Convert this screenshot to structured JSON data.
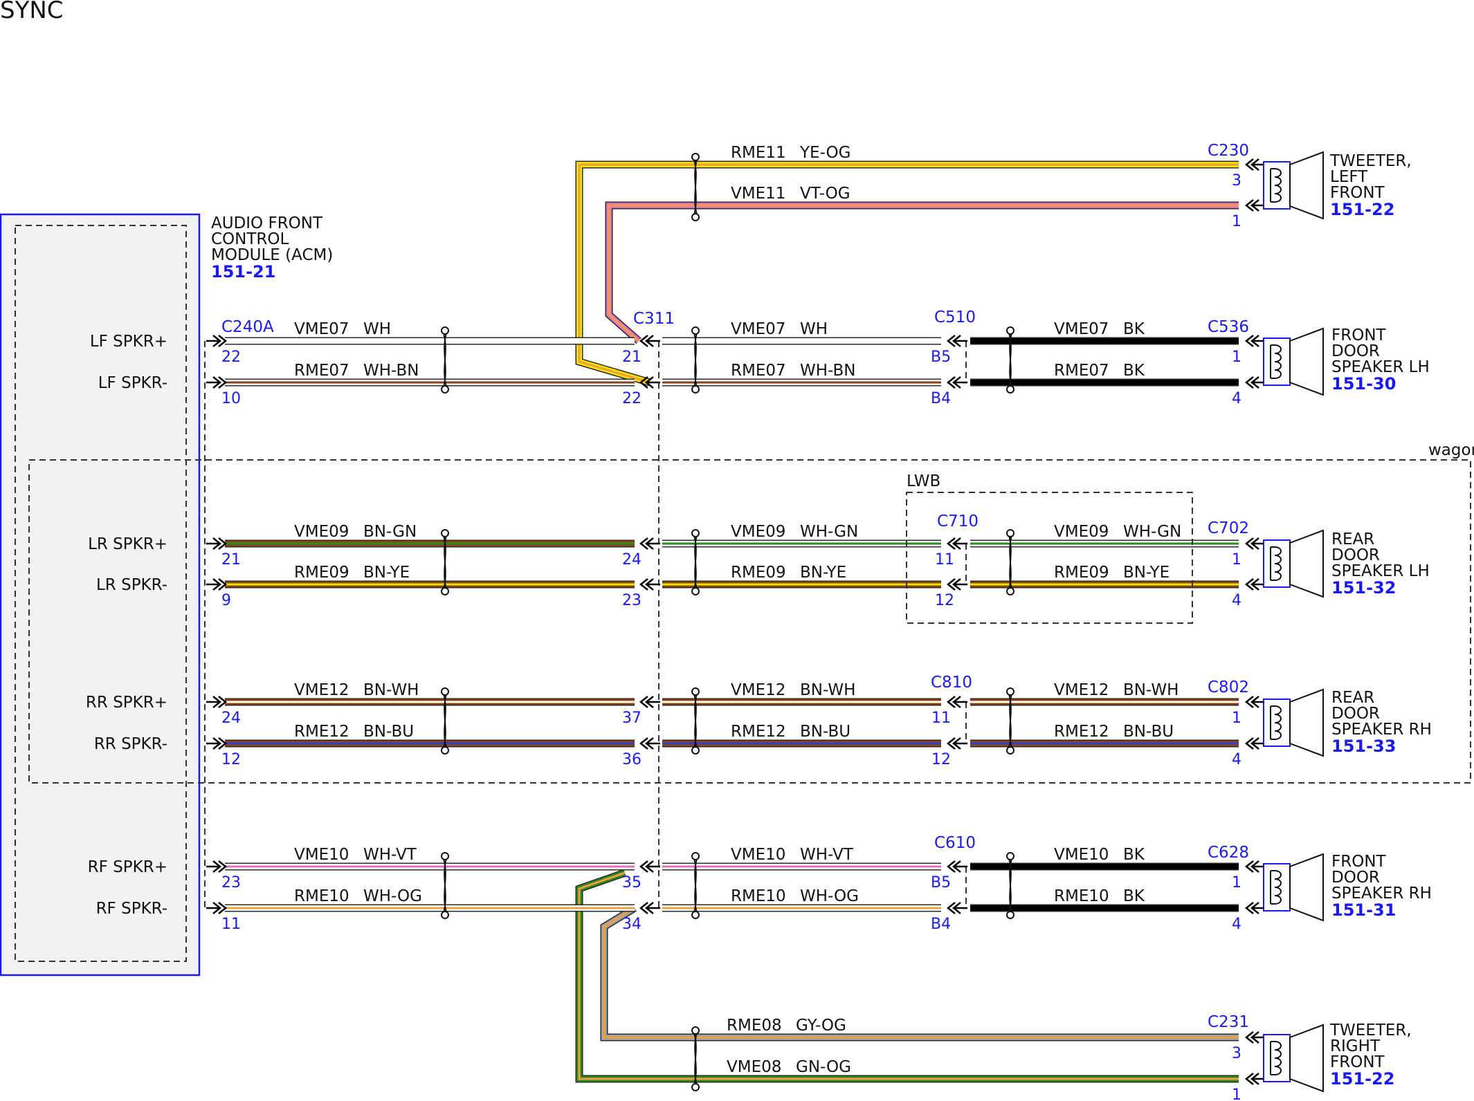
{
  "page": {
    "title": "SYNC"
  },
  "colors": {
    "WH": "#ffffff",
    "BN": "#8b4513",
    "GN": "#2e8b1f",
    "YE": "#f2e600",
    "BU": "#3040d0",
    "VT": "#e070c0",
    "OG": "#f0a040",
    "BK": "#000000",
    "GY": "#a0a0a0",
    "module_border": "#1a1aee",
    "pin_text": "#1a1aee"
  },
  "module": {
    "name_lines": [
      "AUDIO FRONT",
      "CONTROL",
      "MODULE (ACM)"
    ],
    "ref": "151-21",
    "connector": "C240A",
    "outputs": [
      {
        "label": "LF SPKR+",
        "pin": "22"
      },
      {
        "label": "LF SPKR-",
        "pin": "10"
      },
      {
        "label": "LR SPKR+",
        "pin": "21"
      },
      {
        "label": "LR SPKR-",
        "pin": "9"
      },
      {
        "label": "RR SPKR+",
        "pin": "24"
      },
      {
        "label": "RR SPKR-",
        "pin": "12"
      },
      {
        "label": "RF SPKR+",
        "pin": "23"
      },
      {
        "label": "RF SPKR-",
        "pin": "11"
      }
    ]
  },
  "regions": {
    "wagon": "wagon",
    "lwb": "LWB"
  },
  "connectors": {
    "c311": "C311",
    "c510": "C510",
    "c536": "C536",
    "c230": "C230",
    "c710": "C710",
    "c702": "C702",
    "c810": "C810",
    "c802": "C802",
    "c610": "C610",
    "c628": "C628",
    "c231": "C231"
  },
  "pins": {
    "c311": [
      "21",
      "22",
      "24",
      "23",
      "37",
      "36",
      "35",
      "34"
    ],
    "c510": [
      "B5",
      "B4"
    ],
    "c536": [
      "1",
      "4"
    ],
    "c230": [
      "3",
      "1"
    ],
    "c710": [
      "11",
      "12"
    ],
    "c702": [
      "1",
      "4"
    ],
    "c810": [
      "11",
      "12"
    ],
    "c802": [
      "1",
      "4"
    ],
    "c610": [
      "B5",
      "B4"
    ],
    "c628": [
      "1",
      "4"
    ],
    "c231": [
      "3",
      "1"
    ]
  },
  "circuits": {
    "lf_pos_a": {
      "id": "VME07",
      "color": "WH"
    },
    "lf_neg_a": {
      "id": "RME07",
      "color": "WH-BN"
    },
    "lf_pos_b": {
      "id": "VME07",
      "color": "WH"
    },
    "lf_neg_b": {
      "id": "RME07",
      "color": "WH-BN"
    },
    "lf_pos_c": {
      "id": "VME07",
      "color": "BK"
    },
    "lf_neg_c": {
      "id": "RME07",
      "color": "BK"
    },
    "tw_lf_neg": {
      "id": "RME11",
      "color": "YE-OG"
    },
    "tw_lf_pos": {
      "id": "VME11",
      "color": "VT-OG"
    },
    "lr_pos_a": {
      "id": "VME09",
      "color": "BN-GN"
    },
    "lr_neg_a": {
      "id": "RME09",
      "color": "BN-YE"
    },
    "lr_pos_b": {
      "id": "VME09",
      "color": "WH-GN"
    },
    "lr_neg_b": {
      "id": "RME09",
      "color": "BN-YE"
    },
    "lr_pos_c": {
      "id": "VME09",
      "color": "WH-GN"
    },
    "lr_neg_c": {
      "id": "RME09",
      "color": "BN-YE"
    },
    "rr_pos_a": {
      "id": "VME12",
      "color": "BN-WH"
    },
    "rr_neg_a": {
      "id": "RME12",
      "color": "BN-BU"
    },
    "rr_pos_b": {
      "id": "VME12",
      "color": "BN-WH"
    },
    "rr_neg_b": {
      "id": "RME12",
      "color": "BN-BU"
    },
    "rr_pos_c": {
      "id": "VME12",
      "color": "BN-WH"
    },
    "rr_neg_c": {
      "id": "RME12",
      "color": "BN-BU"
    },
    "rf_pos_a": {
      "id": "VME10",
      "color": "WH-VT"
    },
    "rf_neg_a": {
      "id": "RME10",
      "color": "WH-OG"
    },
    "rf_pos_b": {
      "id": "VME10",
      "color": "WH-VT"
    },
    "rf_neg_b": {
      "id": "RME10",
      "color": "WH-OG"
    },
    "rf_pos_c": {
      "id": "VME10",
      "color": "BK"
    },
    "rf_neg_c": {
      "id": "RME10",
      "color": "BK"
    },
    "tw_rf_neg": {
      "id": "RME08",
      "color": "GY-OG"
    },
    "tw_rf_pos": {
      "id": "VME08",
      "color": "GN-OG"
    }
  },
  "speakers": {
    "tw_lf": {
      "lines": [
        "TWEETER,",
        "LEFT",
        "FRONT"
      ],
      "ref": "151-22",
      "icon": "tweeter-icon"
    },
    "fd_lh": {
      "lines": [
        "FRONT",
        "DOOR",
        "SPEAKER LH"
      ],
      "ref": "151-30",
      "icon": "speaker-icon"
    },
    "rd_lh": {
      "lines": [
        "REAR",
        "DOOR",
        "SPEAKER LH"
      ],
      "ref": "151-32",
      "icon": "speaker-icon"
    },
    "rd_rh": {
      "lines": [
        "REAR",
        "DOOR",
        "SPEAKER RH"
      ],
      "ref": "151-33",
      "icon": "speaker-icon"
    },
    "fd_rh": {
      "lines": [
        "FRONT",
        "DOOR",
        "SPEAKER RH"
      ],
      "ref": "151-31",
      "icon": "speaker-icon"
    },
    "tw_rf": {
      "lines": [
        "TWEETER,",
        "RIGHT",
        "FRONT"
      ],
      "ref": "151-22",
      "icon": "tweeter-icon"
    }
  }
}
